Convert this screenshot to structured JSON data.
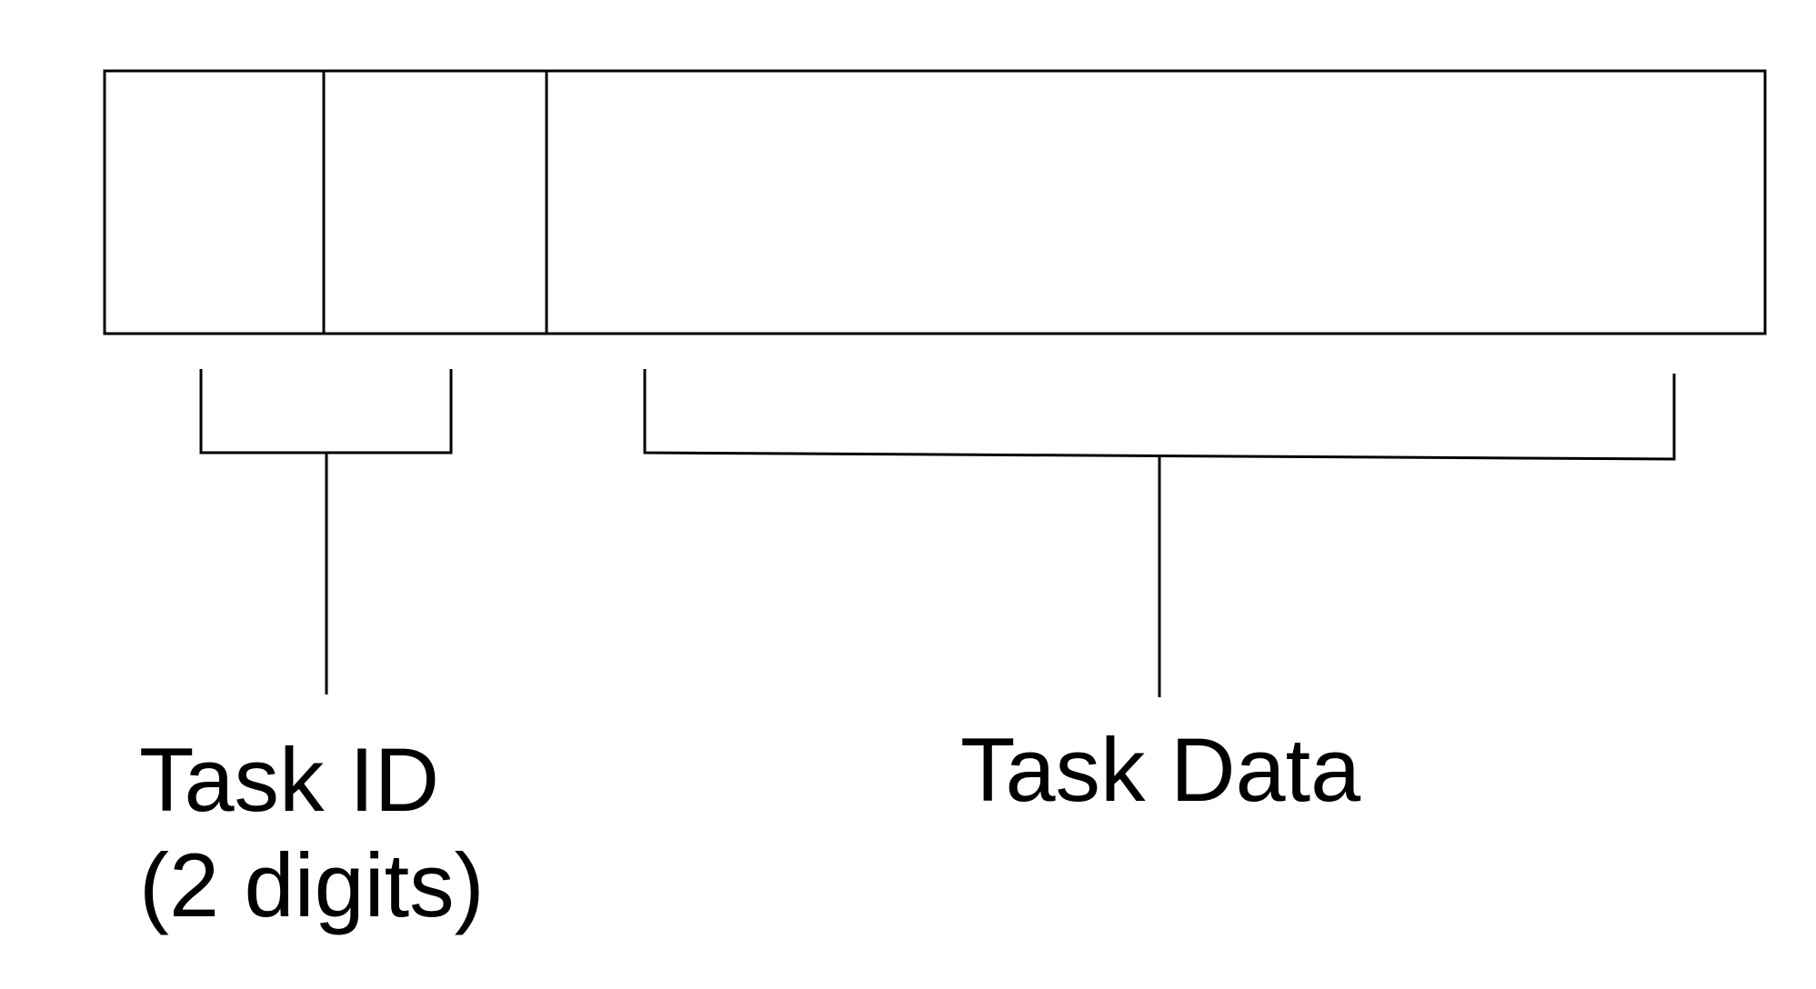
{
  "diagram": {
    "fields": [
      {
        "name": "task-id-digit-1"
      },
      {
        "name": "task-id-digit-2"
      },
      {
        "name": "task-data"
      }
    ],
    "labels": {
      "task_id": {
        "line1": "Task ID",
        "line2": "(2 digits)"
      },
      "task_data": {
        "line1": "Task Data"
      }
    },
    "colors": {
      "stroke": "#000000",
      "background": "#ffffff"
    }
  }
}
